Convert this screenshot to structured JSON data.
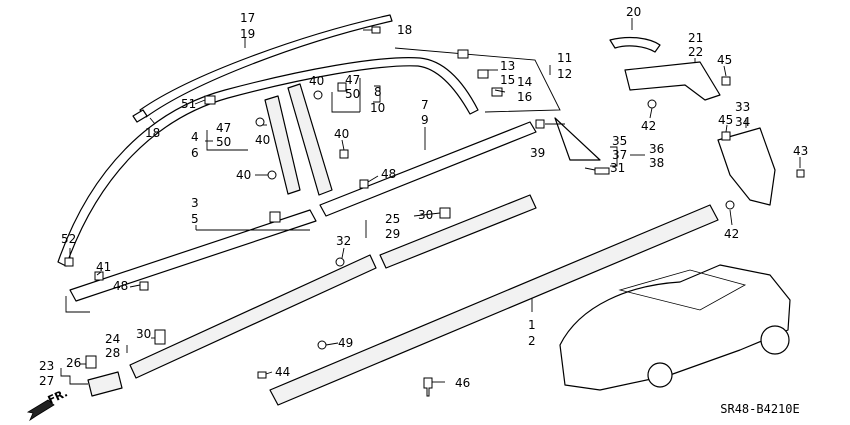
{
  "diagram_code": "SR48-B4210E",
  "direction_label": "FR.",
  "callouts": {
    "c1": "1",
    "c2": "2",
    "c3": "3",
    "c4": "4",
    "c5": "5",
    "c6": "6",
    "c7": "7",
    "c8": "8",
    "c9": "9",
    "c10": "10",
    "c11": "11",
    "c12": "12",
    "c13": "13",
    "c14": "14",
    "c15": "15",
    "c16": "16",
    "c17": "17",
    "c18a": "18",
    "c18b": "18",
    "c19": "19",
    "c20": "20",
    "c21": "21",
    "c22": "22",
    "c23": "23",
    "c24": "24",
    "c25": "25",
    "c26": "26",
    "c27": "27",
    "c28": "28",
    "c29": "29",
    "c30a": "30",
    "c30b": "30",
    "c31": "31",
    "c32": "32",
    "c33": "33",
    "c34": "34",
    "c35": "35",
    "c36": "36",
    "c37": "37",
    "c38": "38",
    "c39": "39",
    "c40a": "40",
    "c40b": "40",
    "c40c": "40",
    "c40d": "40",
    "c41": "41",
    "c42a": "42",
    "c42b": "42",
    "c43": "43",
    "c44": "44",
    "c45a": "45",
    "c45b": "45",
    "c46": "46",
    "c47a": "47",
    "c47b": "47",
    "c48a": "48",
    "c48b": "48",
    "c49": "49",
    "c50a": "50",
    "c50b": "50",
    "c51": "51",
    "c52": "52"
  }
}
